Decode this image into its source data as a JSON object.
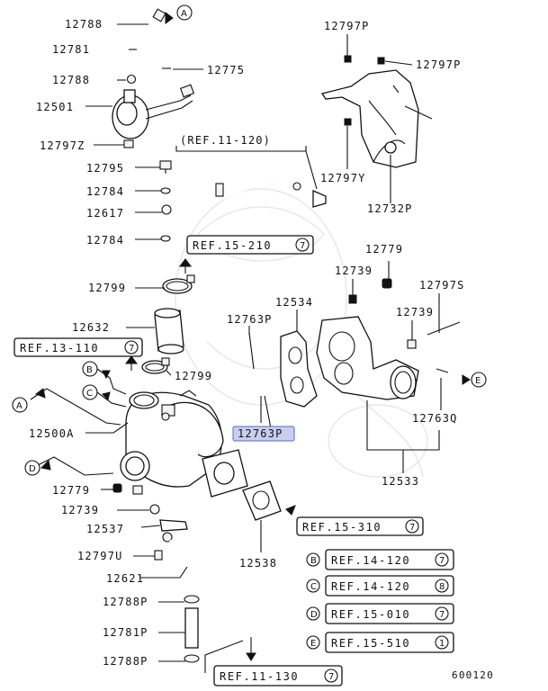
{
  "labels": {
    "l12788a": "12788",
    "l12781a": "12781",
    "l12788b": "12788",
    "l12775": "12775",
    "l12501": "12501",
    "l12797z": "12797Z",
    "l12795": "12795",
    "l12784a": "12784",
    "l12617": "12617",
    "l12784b": "12784",
    "l12799a": "12799",
    "l12632": "12632",
    "l12799b": "12799",
    "l12500a": "12500A",
    "l12779a": "12779",
    "l12739a": "12739",
    "l12537": "12537",
    "l12797u": "12797U",
    "l12621": "12621",
    "l12788p1": "12788P",
    "l12781p": "12781P",
    "l12788p2": "12788P",
    "l12797p1": "12797P",
    "l12797p2": "12797P",
    "l12797y": "12797Y",
    "l12732p": "12732P",
    "l12779b": "12779",
    "l12739b": "12739",
    "l12534": "12534",
    "l12797s": "12797S",
    "l12739c": "12739",
    "l12763p1": "12763P",
    "l12763p2": "12763P",
    "l12763q": "12763Q",
    "l12533": "12533",
    "l12538": "12538",
    "ref11_120": "(REF.11-120)",
    "figure_code": "600120"
  },
  "refs": {
    "r15_210": {
      "text": "REF.15-210",
      "n": "7"
    },
    "r13_110": {
      "text": "REF.13-110",
      "n": "7"
    },
    "r15_310": {
      "text": "REF.15-310",
      "n": "7"
    },
    "r14_120a": {
      "text": "REF.14-120",
      "n": "7"
    },
    "r14_120b": {
      "text": "REF.14-120",
      "n": "8"
    },
    "r15_010": {
      "text": "REF.15-010",
      "n": "7"
    },
    "r15_510": {
      "text": "REF.15-510",
      "n": "1"
    },
    "r11_130": {
      "text": "REF.11-130",
      "n": "7"
    }
  },
  "markers": {
    "A": "A",
    "B": "B",
    "C": "C",
    "D": "D",
    "E": "E"
  }
}
